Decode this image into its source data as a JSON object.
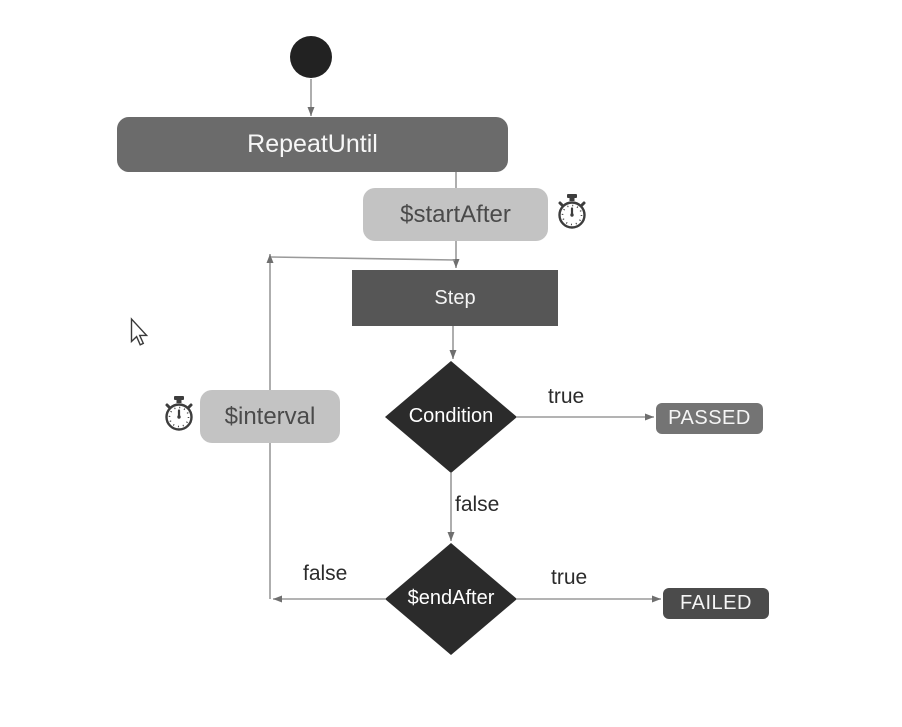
{
  "diagram": {
    "description": "RepeatUntil polling loop flowchart",
    "nodes": {
      "start": {
        "type": "initial-state-dot"
      },
      "repeat_until": {
        "label": "RepeatUntil"
      },
      "start_after": {
        "label": "$startAfter",
        "icon": "stopwatch-icon"
      },
      "step": {
        "label": "Step"
      },
      "condition": {
        "label": "Condition"
      },
      "passed": {
        "label": "PASSED"
      },
      "end_after": {
        "label": "$endAfter"
      },
      "failed": {
        "label": "FAILED"
      },
      "interval": {
        "label": "$interval",
        "icon": "stopwatch-icon"
      }
    },
    "edge_labels": {
      "condition_true": "true",
      "condition_false": "false",
      "end_after_true": "true",
      "end_after_false": "false"
    },
    "icons": [
      "stopwatch-icon",
      "stopwatch-icon",
      "mouse-pointer-icon"
    ],
    "colors": {
      "background": "#ffffff",
      "start_dot": "#222222",
      "repeat_until_fill": "#6b6b6b",
      "light_node_fill": "#c3c3c3",
      "light_node_text": "#4a4a4a",
      "step_fill": "#565656",
      "diamond_fill": "#2b2b2b",
      "passed_fill": "#747474",
      "failed_fill": "#4b4b4b",
      "connector": "#9a9a9a",
      "arrowhead": "#6f6f6f",
      "edge_label_text": "#2b2b2b",
      "icon_stroke": "#3d3d3d"
    }
  }
}
